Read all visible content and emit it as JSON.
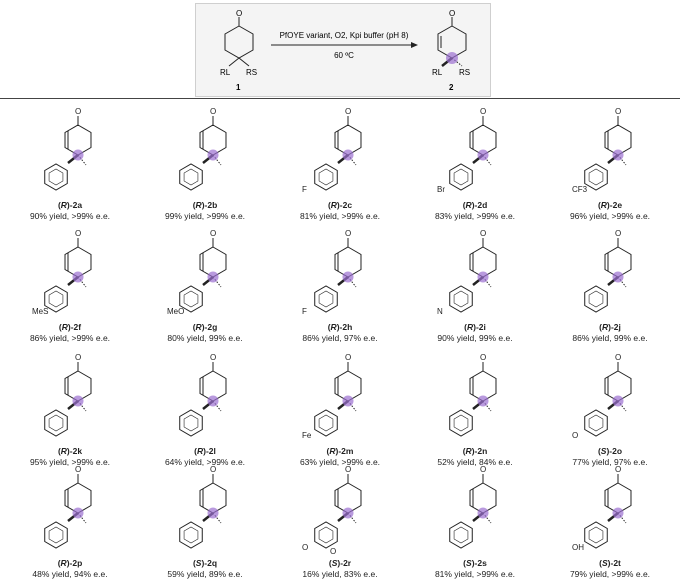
{
  "scheme": {
    "conditions_line1": "PfOYE variant, O2, Kpi buffer (pH 8)",
    "conditions_line2": "60 ºC",
    "ketone_atom": "O",
    "substituent_large": "RL",
    "substituent_small": "RS",
    "substrate_number": "1",
    "product_number": "2"
  },
  "colors": {
    "stereocenter": "#9b6fd0",
    "bond": "#222222"
  },
  "compounds": [
    {
      "config": "R",
      "code": "2a",
      "result": "90% yield, >99% e.e.",
      "atoms": []
    },
    {
      "config": "R",
      "code": "2b",
      "result": "99% yield, >99% e.e.",
      "atoms": []
    },
    {
      "config": "R",
      "code": "2c",
      "result": "81% yield, >99% e.e.",
      "atoms": [
        "F"
      ]
    },
    {
      "config": "R",
      "code": "2d",
      "result": "83% yield, >99% e.e.",
      "atoms": [
        "Br"
      ]
    },
    {
      "config": "R",
      "code": "2e",
      "result": "96% yield, >99% e.e.",
      "atoms": [
        "CF3"
      ]
    },
    {
      "config": "R",
      "code": "2f",
      "result": "86% yield, >99% e.e.",
      "atoms": [
        "MeS"
      ]
    },
    {
      "config": "R",
      "code": "2g",
      "result": "80% yield, 99% e.e.",
      "atoms": [
        "MeO"
      ]
    },
    {
      "config": "R",
      "code": "2h",
      "result": "86% yield, 97% e.e.",
      "atoms": [
        "F"
      ]
    },
    {
      "config": "R",
      "code": "2i",
      "result": "90% yield, 99% e.e.",
      "atoms": [
        "N"
      ]
    },
    {
      "config": "R",
      "code": "2j",
      "result": "86% yield, 99% e.e.",
      "atoms": []
    },
    {
      "config": "R",
      "code": "2k",
      "result": "95% yield, >99% e.e.",
      "atoms": []
    },
    {
      "config": "R",
      "code": "2l",
      "result": "64% yield, >99% e.e.",
      "atoms": []
    },
    {
      "config": "R",
      "code": "2m",
      "result": "63% yield, >99% e.e.",
      "atoms": [
        "Fe"
      ]
    },
    {
      "config": "R",
      "code": "2n",
      "result": "52% yield, 84% e.e.",
      "atoms": []
    },
    {
      "config": "S",
      "code": "2o",
      "result": "77% yield, 97% e.e.",
      "atoms": [
        "O"
      ]
    },
    {
      "config": "R",
      "code": "2p",
      "result": "48% yield, 94% e.e.",
      "atoms": []
    },
    {
      "config": "S",
      "code": "2q",
      "result": "59% yield, 89% e.e.",
      "atoms": []
    },
    {
      "config": "S",
      "code": "2r",
      "result": "16% yield, 83% e.e.",
      "atoms": [
        "O",
        "O"
      ]
    },
    {
      "config": "S",
      "code": "2s",
      "result": "81% yield, >99% e.e.",
      "atoms": []
    },
    {
      "config": "S",
      "code": "2t",
      "result": "79% yield, >99% e.e.",
      "atoms": [
        "OH"
      ]
    }
  ]
}
